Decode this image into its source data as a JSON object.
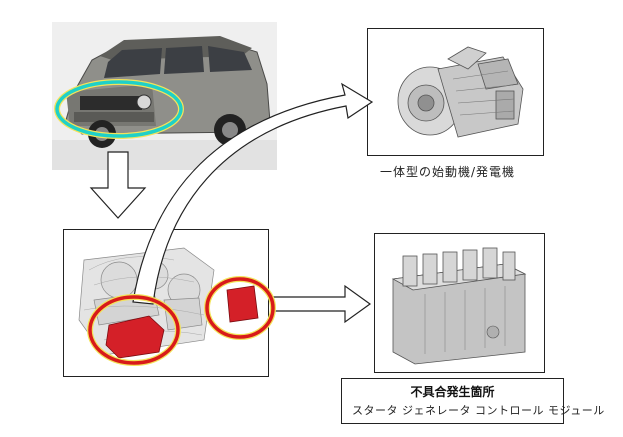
{
  "starter_generator": {
    "caption": "一体型の始動機/発電機"
  },
  "defect_location": {
    "title": "不具合発生箇所",
    "name": "スタータ ジェネレータ コントロール モジュール"
  },
  "colors": {
    "highlight_cyan": "#1fd0c8",
    "highlight_yellow": "#f3e35a",
    "highlight_red": "#d81a1a",
    "part_red": "#d42028"
  }
}
